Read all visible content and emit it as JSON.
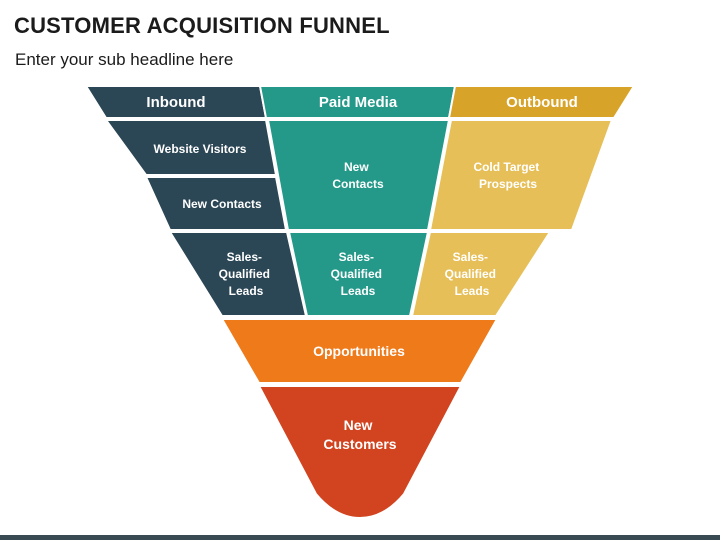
{
  "title": "CUSTOMER ACQUISITION FUNNEL",
  "subtitle": "Enter your sub headline here",
  "colors": {
    "inbound": "#2b4655",
    "paid_media": "#24998a",
    "outbound": "#d8a329",
    "outbound_light": "#e7bf58",
    "opportunities": "#ee7a1a",
    "customers": "#d1441f"
  },
  "columns": {
    "inbound": {
      "header": "Inbound",
      "cells": [
        [
          "Website Visitors"
        ],
        [
          "New Contacts"
        ],
        [
          "Sales-",
          "Qualified",
          "Leads"
        ]
      ]
    },
    "paid_media": {
      "header": "Paid Media",
      "cells": [
        [
          "New",
          "Contacts"
        ],
        [
          "Sales-",
          "Qualified",
          "Leads"
        ]
      ]
    },
    "outbound": {
      "header": "Outbound",
      "cells": [
        [
          "Cold Target",
          "Prospects"
        ],
        [
          "Sales-",
          "Qualified",
          "Leads"
        ]
      ]
    }
  },
  "opportunities": "Opportunities",
  "customers": [
    "New",
    "Customers"
  ]
}
